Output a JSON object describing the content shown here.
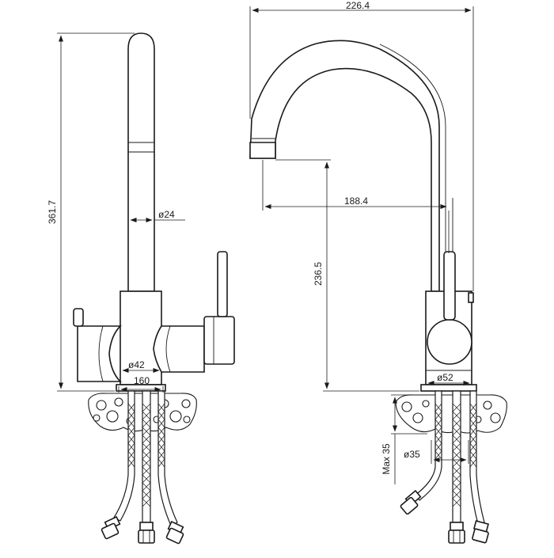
{
  "left_view": {
    "height": "361.7",
    "spout_diameter": "ø24",
    "body_diameter": "ø42",
    "base_width": "160"
  },
  "right_view": {
    "total_width": "226.4",
    "reach": "188.4",
    "spout_height": "236.5",
    "base_diameter": "ø52",
    "hole_diameter": "ø35",
    "max_thickness": "Max 35"
  }
}
